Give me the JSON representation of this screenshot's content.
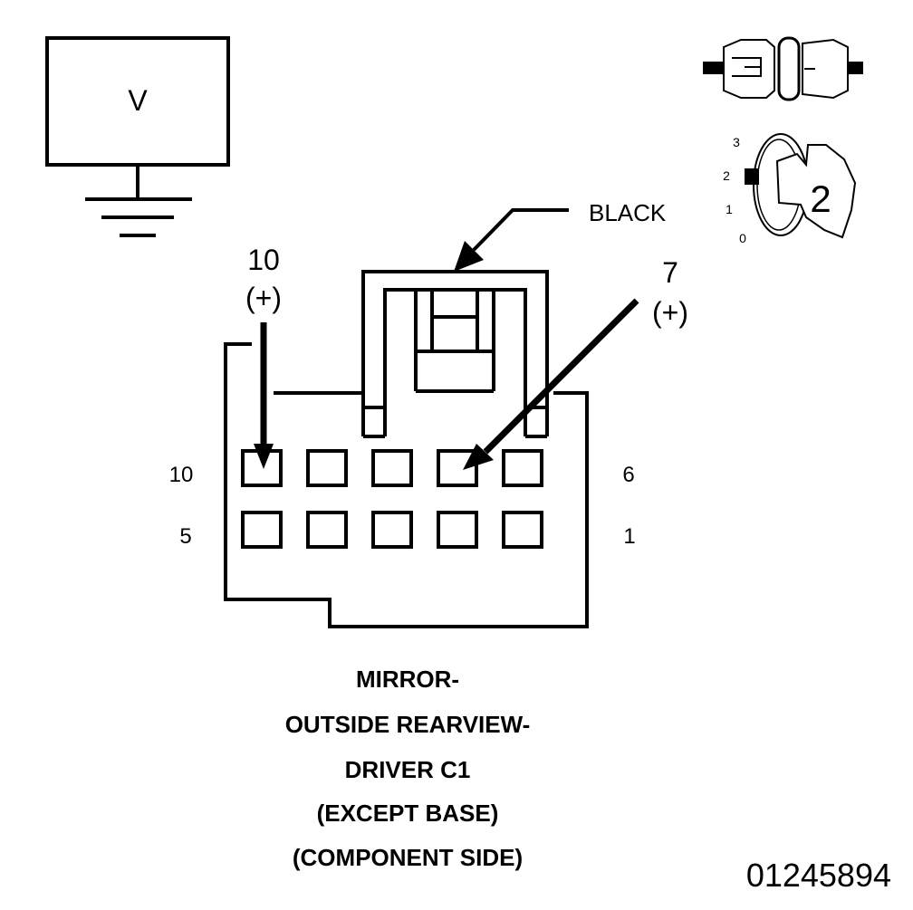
{
  "meter": {
    "label": "V"
  },
  "pins": {
    "probe_left": {
      "number": "10",
      "polarity": "(+)"
    },
    "probe_right": {
      "number": "7",
      "polarity": "(+)"
    }
  },
  "connector": {
    "latch_color": "BLACK",
    "row_labels": {
      "top_left": "10",
      "top_right": "6",
      "bottom_left": "5",
      "bottom_right": "1"
    }
  },
  "ignition": {
    "positions": [
      "3",
      "2",
      "1",
      "0"
    ],
    "selected": "2"
  },
  "caption": {
    "lines": [
      "MIRROR-",
      "OUTSIDE REARVIEW-",
      "DRIVER C1",
      "(EXCEPT BASE)",
      "(COMPONENT SIDE)"
    ]
  },
  "reference_number": "01245894"
}
